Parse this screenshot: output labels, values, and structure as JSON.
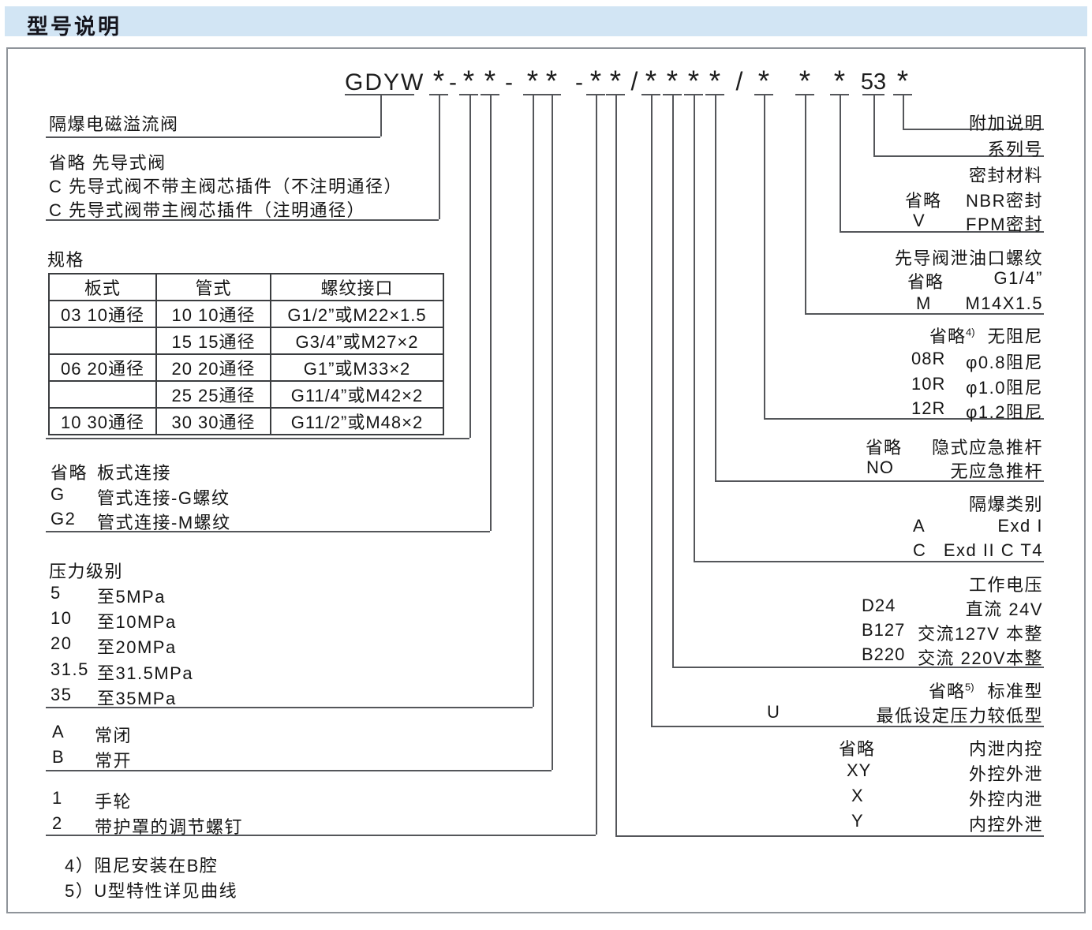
{
  "header": {
    "title": "型号说明"
  },
  "code": {
    "prefix": "GDYW",
    "tokens": [
      "*",
      "-",
      "*",
      "*",
      "-",
      "*",
      "*",
      "-",
      "*",
      "*",
      "/",
      "*",
      "*",
      "*",
      "*",
      "/",
      "*",
      "*",
      "*",
      "53",
      "*"
    ]
  },
  "left": {
    "valve_name": "隔爆电磁溢流阀",
    "pilot": {
      "rows": [
        "省略 先导式阀",
        "C 先导式阀不带主阀芯插件（不注明通径）",
        "C 先导式阀带主阀芯插件（注明通径）"
      ]
    },
    "spec": {
      "title": "规格",
      "table": {
        "headers": [
          "板式",
          "管式",
          "螺纹接口"
        ],
        "rows": [
          [
            "03 10通径",
            "10 10通径",
            "G1/2”或M22×1.5"
          ],
          [
            "",
            "15 15通径",
            "G3/4”或M27×2"
          ],
          [
            "06 20通径",
            "20 20通径",
            "G1”或M33×2"
          ],
          [
            "",
            "25 25通径",
            "G11/4”或M42×2"
          ],
          [
            "10 30通径",
            "30 30通径",
            "G11/2”或M48×2"
          ]
        ]
      }
    },
    "connection": {
      "rows": [
        {
          "code": "省略",
          "desc": "板式连接"
        },
        {
          "code": "G",
          "desc": "管式连接-G螺纹"
        },
        {
          "code": "G2",
          "desc": "管式连接-M螺纹"
        }
      ]
    },
    "pressure": {
      "title": "压力级别",
      "rows": [
        {
          "code": "5",
          "desc": "至5MPa"
        },
        {
          "code": "10",
          "desc": "至10MPa"
        },
        {
          "code": "20",
          "desc": "至20MPa"
        },
        {
          "code": "31.5",
          "desc": "至31.5MPa"
        },
        {
          "code": "35",
          "desc": "至35MPa"
        }
      ]
    },
    "valve_state": {
      "rows": [
        {
          "code": "A",
          "desc": "常闭"
        },
        {
          "code": "B",
          "desc": "常开"
        }
      ]
    },
    "adjustment": {
      "rows": [
        {
          "code": "1",
          "desc": "手轮"
        },
        {
          "code": "2",
          "desc": "带护罩的调节螺钉"
        }
      ]
    }
  },
  "right": {
    "extra_note": "附加说明",
    "series_no": "系列号",
    "seal": {
      "title": "密封材料",
      "rows": [
        {
          "code": "省略",
          "desc": "NBR密封"
        },
        {
          "code": "V",
          "desc": "FPM密封"
        }
      ]
    },
    "drain_thread": {
      "title": "先导阀泄油口螺纹",
      "rows": [
        {
          "code": "省略",
          "desc": "G1/4”"
        },
        {
          "code": "M",
          "desc": "M14X1.5"
        }
      ]
    },
    "damping": {
      "rows": [
        {
          "code": "省略",
          "sup": "4)",
          "desc": "无阻尼"
        },
        {
          "code": "08R",
          "desc": "φ0.8阻尼"
        },
        {
          "code": "10R",
          "desc": "φ1.0阻尼"
        },
        {
          "code": "12R",
          "desc": "φ1.2阻尼"
        }
      ]
    },
    "push_rod": {
      "rows": [
        {
          "code": "省略",
          "desc": "隐式应急推杆"
        },
        {
          "code": "NO",
          "desc": "无应急推杆"
        }
      ]
    },
    "ex_class": {
      "title": "隔爆类别",
      "rows": [
        {
          "code": "A",
          "desc": "Exd I"
        },
        {
          "code": "C",
          "desc": "Exd II C T4"
        }
      ]
    },
    "voltage": {
      "title": "工作电压",
      "rows": [
        {
          "code": "D24",
          "desc": "直流 24V"
        },
        {
          "code": "B127",
          "desc": "交流127V 本整"
        },
        {
          "code": "B220",
          "desc": "交流 220V本整"
        }
      ]
    },
    "std_type": {
      "rows": [
        {
          "code": "省略",
          "sup": "5)",
          "desc": "标准型"
        },
        {
          "code": "U",
          "desc": "最低设定压力较低型"
        }
      ]
    },
    "control_drain": {
      "rows": [
        {
          "code": "省略",
          "desc": "内泄内控"
        },
        {
          "code": "XY",
          "desc": "外控外泄"
        },
        {
          "code": "X",
          "desc": "外控内泄"
        },
        {
          "code": "Y",
          "desc": "内控外泄"
        }
      ]
    }
  },
  "footnotes": [
    "4）阻尼安装在B腔",
    "5）U型特性详见曲线"
  ],
  "colors": {
    "header_bg": "#d2e5f4",
    "line": "#54565a"
  }
}
